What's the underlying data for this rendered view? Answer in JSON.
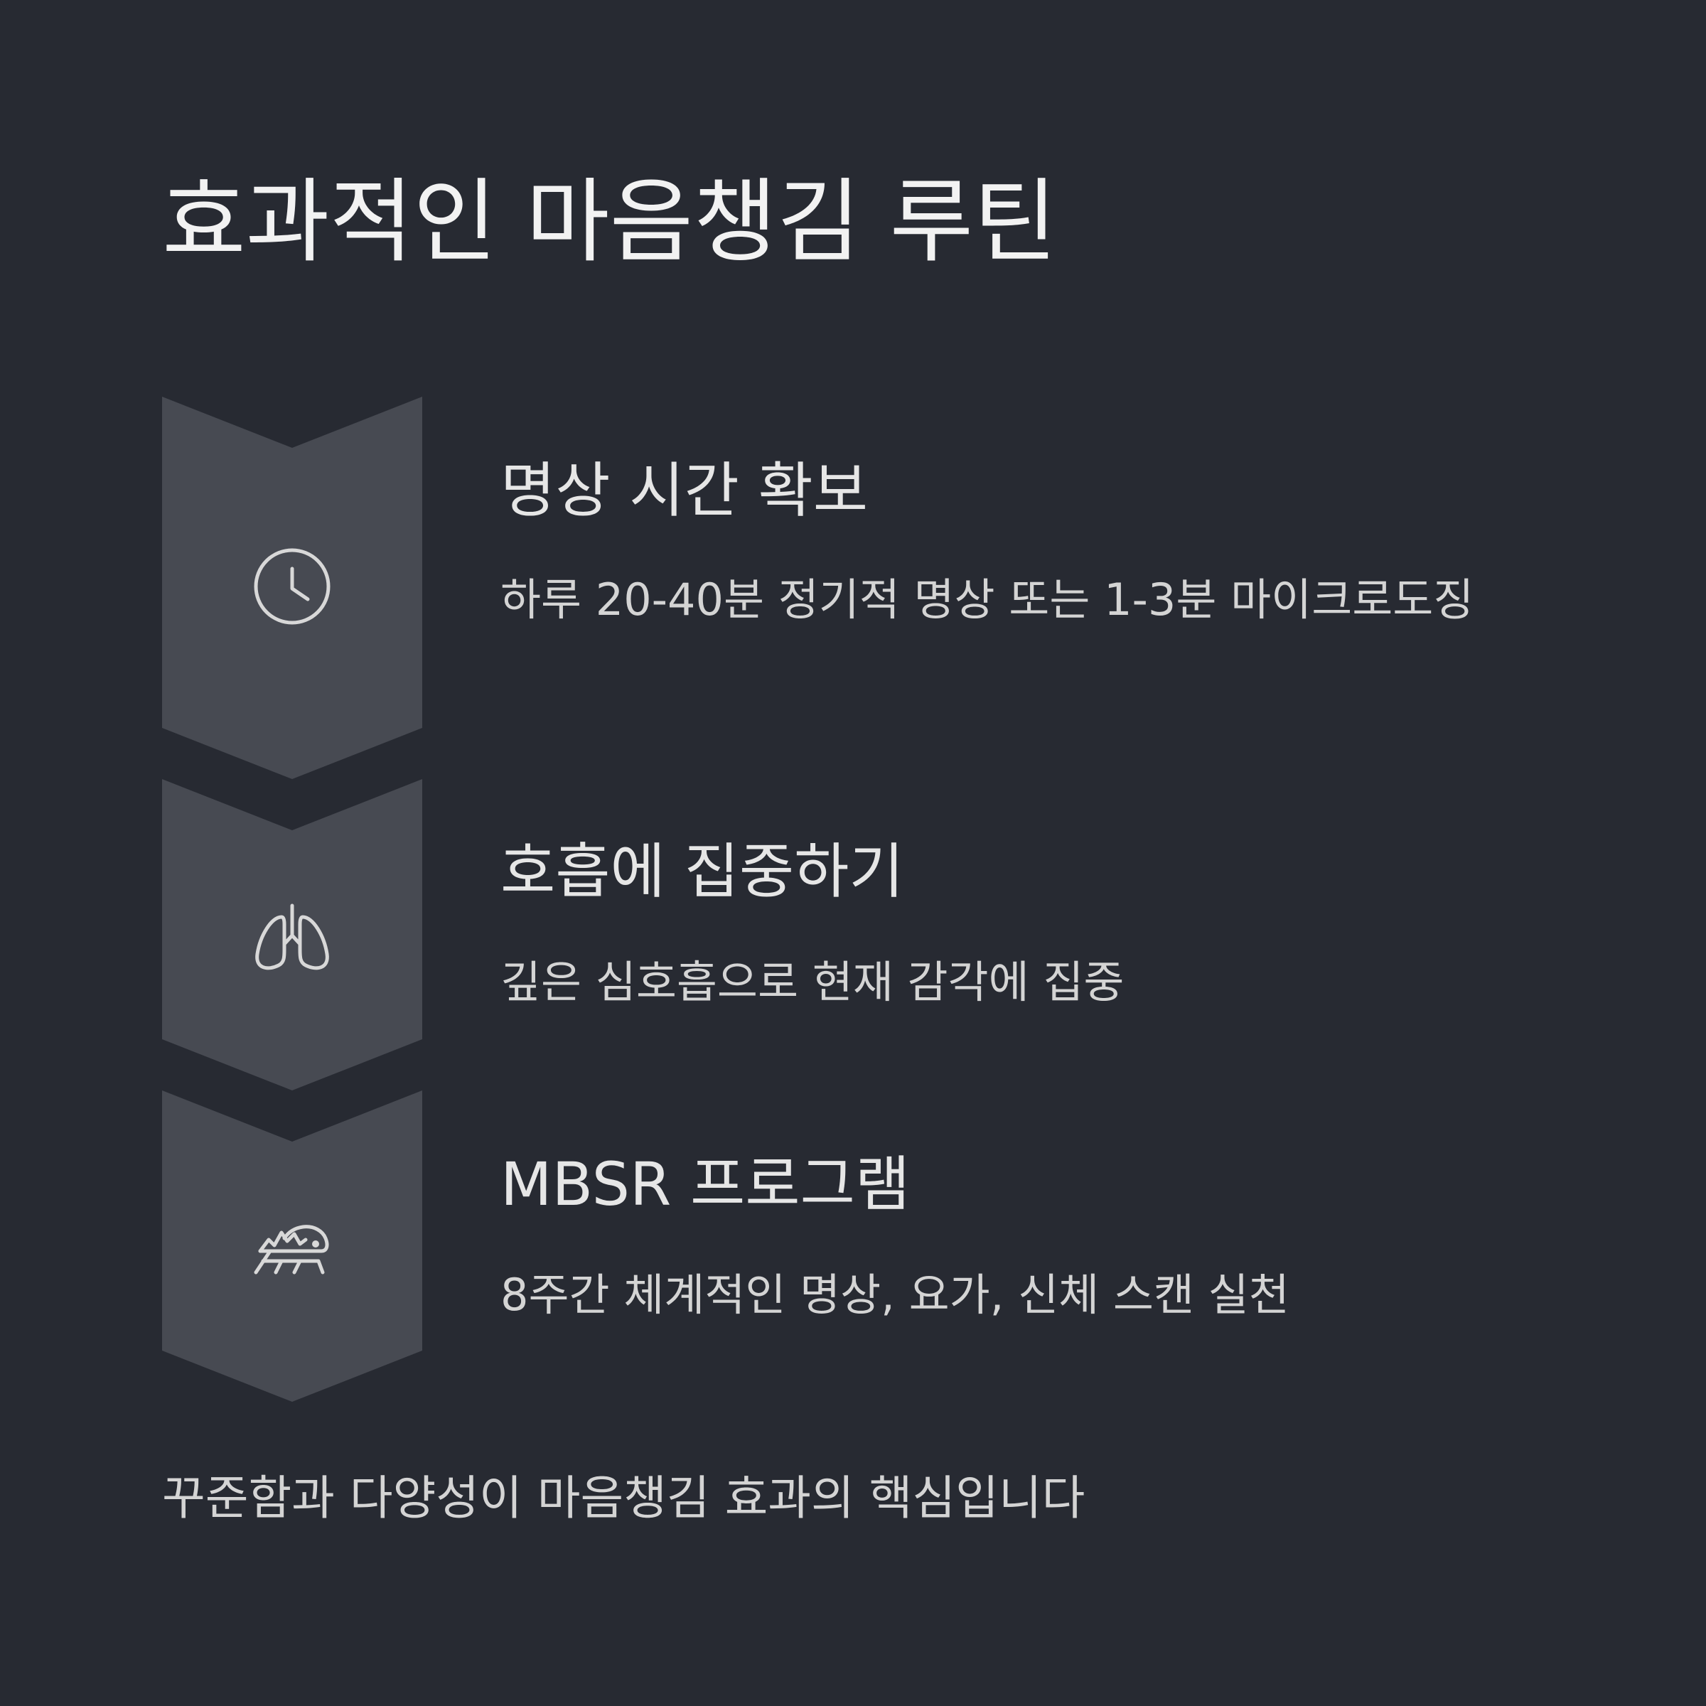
{
  "title": "효과적인 마음챙김 루틴",
  "steps": [
    {
      "icon": "clock-icon",
      "title": "명상 시간 확보",
      "description": "하루 20-40분 정기적 명상 또는 1-3분 마이크로도징"
    },
    {
      "icon": "lungs-icon",
      "title": "호흡에 집중하기",
      "description": "깊은 심호흡으로 현재 감각에 집중"
    },
    {
      "icon": "cricket-icon",
      "title": "MBSR 프로그램",
      "description": "8주간 체계적인 명상, 요가, 신체 스캔 실천"
    }
  ],
  "footer": "꾸준함과 다양성이 마음챙김 효과의 핵심입니다",
  "colors": {
    "background": "#272a32",
    "chevron": "#474a52",
    "icon_stroke": "#d8d8d8",
    "title_text": "#f2f2f2",
    "body_text": "#d4d4d4"
  }
}
